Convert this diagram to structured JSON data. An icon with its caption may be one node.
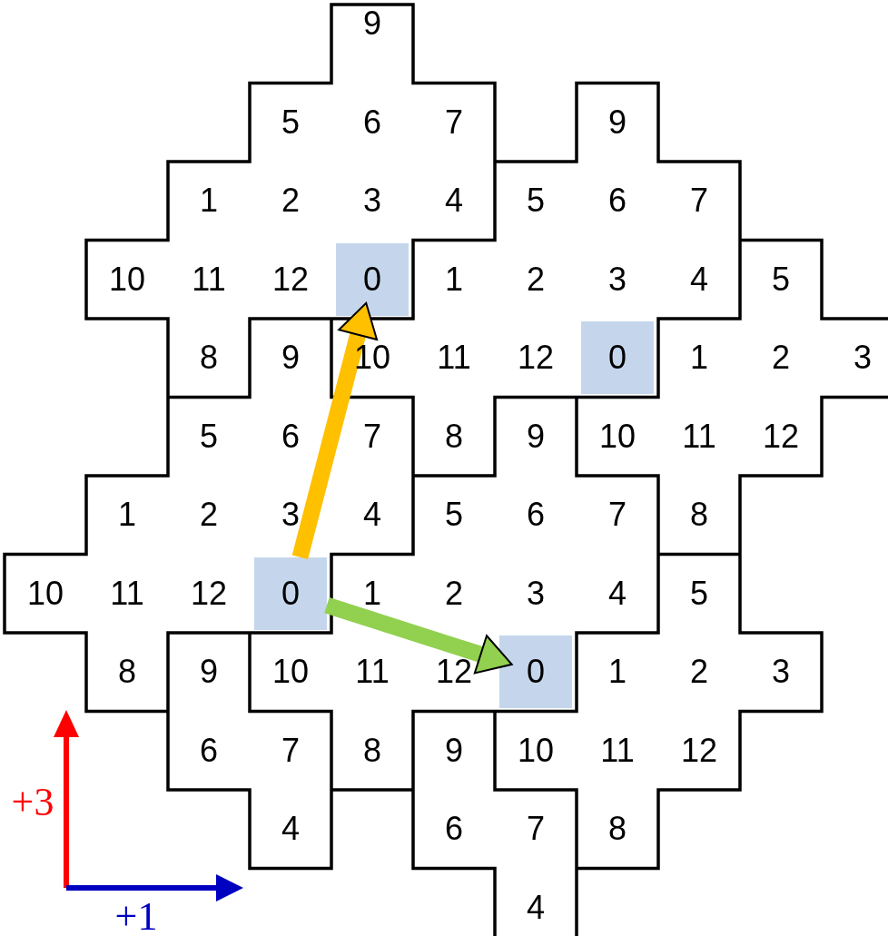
{
  "diagram": {
    "nodes": [
      {
        "text": [
          "0"
        ]
      },
      {
        "text": [
          "0"
        ]
      },
      {
        "text": [
          "0"
        ]
      },
      {
        "text": [
          "0"
        ]
      }
    ],
    "edges": [
      {
        "from": 2,
        "to": 0,
        "arrow": "to",
        "color": "#ffc000"
      },
      {
        "from": 2,
        "to": 3,
        "arrow": "to",
        "color": "#92d050"
      }
    ],
    "labels": [
      "9",
      "5",
      "6",
      "7",
      "9",
      "1",
      "2",
      "3",
      "4",
      "5",
      "6",
      "7",
      "10",
      "11",
      "12",
      "1",
      "2",
      "3",
      "4",
      "5",
      "8",
      "9",
      "10",
      "11",
      "12",
      "1",
      "2",
      "3",
      "5",
      "6",
      "7",
      "8",
      "9",
      "10",
      "11",
      "12",
      "1",
      "2",
      "3",
      "4",
      "5",
      "6",
      "7",
      "8",
      "10",
      "11",
      "12",
      "1",
      "2",
      "3",
      "4",
      "5",
      "8",
      "9",
      "10",
      "11",
      "12",
      "1",
      "2",
      "3",
      "6",
      "7",
      "8",
      "9",
      "10",
      "11",
      "12",
      "+3",
      "4",
      "6",
      "7",
      "8",
      "+1",
      "4"
    ]
  }
}
